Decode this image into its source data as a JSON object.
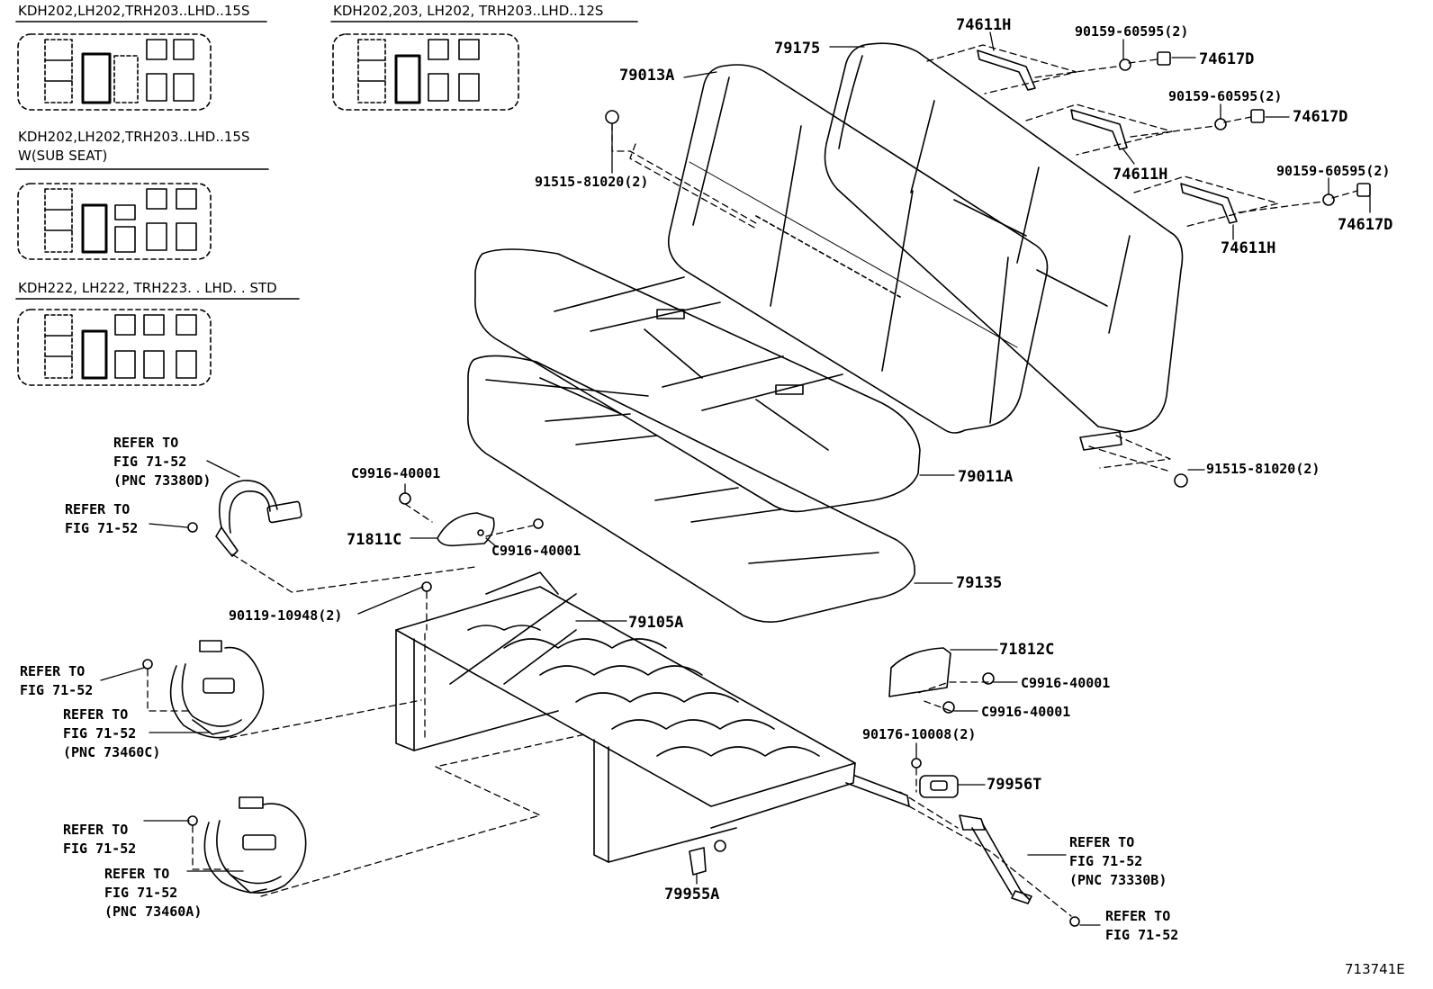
{
  "headers": {
    "config_a": "KDH202,LH202,TRH203..LHD..15S",
    "config_b": "KDH202,203, LH202, TRH203..LHD..12S",
    "config_c": "KDH202,LH202,TRH203..LHD..15S\nW(SUB SEAT)",
    "config_d": "KDH222, LH222, TRH223. . LHD. . STD"
  },
  "parts": {
    "p79175": "79175",
    "p79013A": "79013A",
    "p74611H_top": "74611H",
    "p90159_1": "90159-60595(2)",
    "p74617D_1": "74617D",
    "p90159_2": "90159-60595(2)",
    "p74617D_2": "74617D",
    "p74611H_mid": "74611H",
    "p90159_3": "90159-60595(2)",
    "p74617D_3": "74617D",
    "p74611H_low": "74611H",
    "p91515_left": "91515-81020(2)",
    "p91515_right": "91515-81020(2)",
    "p79011A": "79011A",
    "p79135": "79135",
    "pC9916_a": "C9916-40001",
    "p71811C": "71811C",
    "pC9916_b": "C9916-40001",
    "p90119": "90119-10948(2)",
    "p79105A": "79105A",
    "p71812C": "71812C",
    "pC9916_c": "C9916-40001",
    "pC9916_d": "C9916-40001",
    "p90176": "90176-10008(2)",
    "p79956T": "79956T",
    "p79955A": "79955A"
  },
  "notes": {
    "n_refer_73380D": "REFER TO\nFIG 71-52\n(PNC 73380D)",
    "n_refer_left_bolt": "REFER TO\nFIG 71-52",
    "n_refer_mid_bolt": "REFER TO\nFIG 71-52",
    "n_refer_73460C": "REFER TO\nFIG 71-52\n(PNC 73460C)",
    "n_refer_low_bolt": "REFER TO\nFIG 71-52",
    "n_refer_73460A": "REFER TO\nFIG 71-52\n(PNC 73460A)",
    "n_refer_73330B": "REFER TO\nFIG 71-52\n(PNC 73330B)",
    "n_refer_right_bolt": "REFER TO\nFIG 71-52"
  },
  "reference_number": "713741E"
}
